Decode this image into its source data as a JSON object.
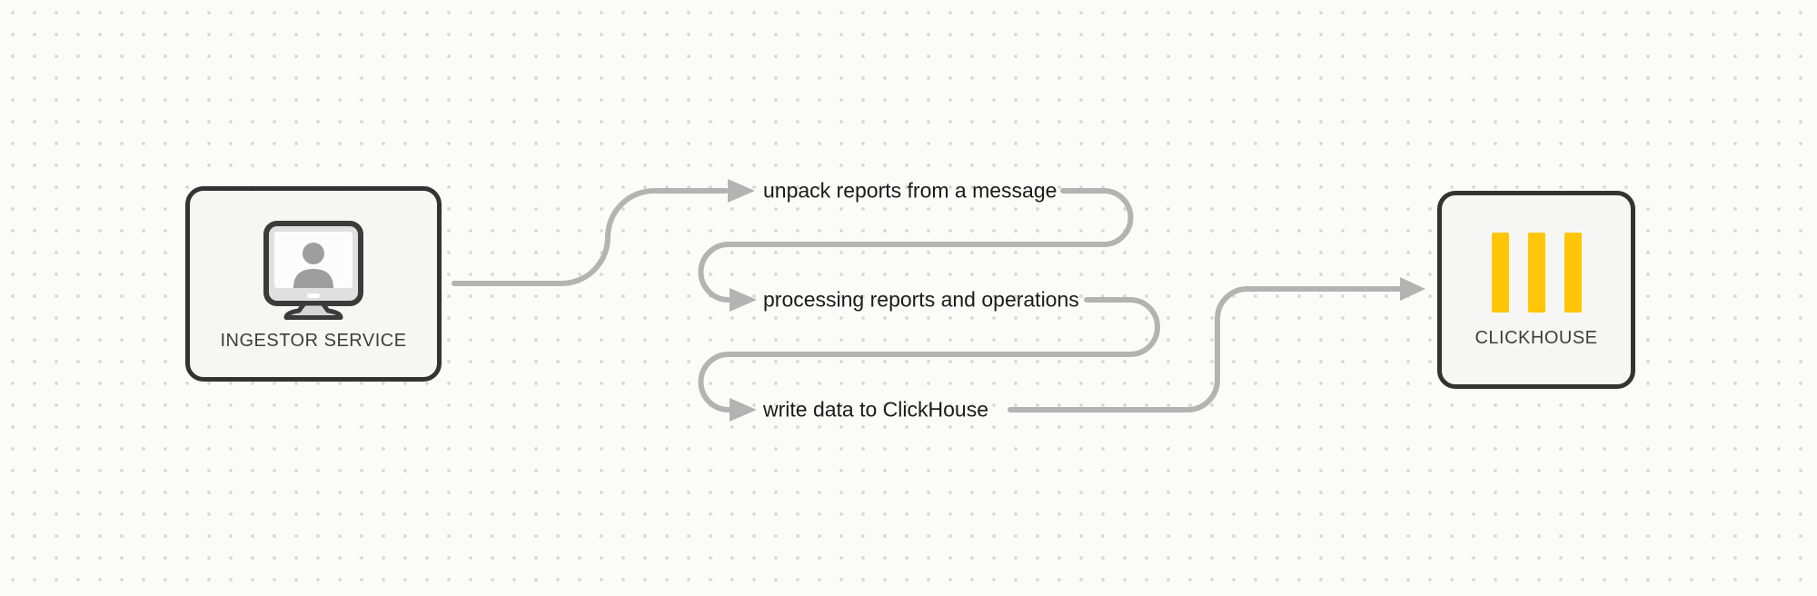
{
  "diagram": {
    "nodes": {
      "ingestor": {
        "label": "INGESTOR SERVICE",
        "icon": "monitor-user-icon"
      },
      "clickhouse": {
        "label": "CLICKHOUSE",
        "icon": "clickhouse-logo-icon"
      }
    },
    "steps": [
      {
        "label": "unpack reports from a message"
      },
      {
        "label": "processing reports and operations"
      },
      {
        "label": "write data to ClickHouse"
      }
    ],
    "colors": {
      "background": "#fbfbf9",
      "grid_dot": "#d9d9d7",
      "node_fill": "#f6f7f5",
      "node_border": "#333333",
      "connector": "#b3b3b3",
      "step_text": "#1b1b1b",
      "node_label_text": "#3d3d3d",
      "clickhouse_yellow": "#ffc609",
      "monitor_screen": "#fcfcfc",
      "monitor_bezel": "#e0e0e0",
      "monitor_person": "#9e9e9e"
    }
  }
}
